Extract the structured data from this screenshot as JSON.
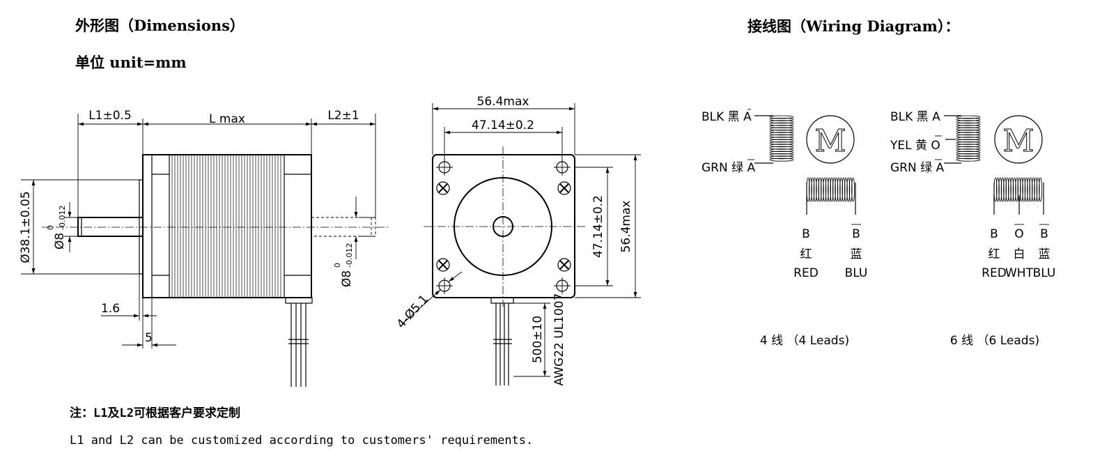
{
  "headers": {
    "dimensions_title": "外形图（Dimensions）",
    "unit": "单位 unit=mm",
    "wiring_title": "接线图（Wiring Diagram）："
  },
  "side_view": {
    "l1": "L1±0.5",
    "l": "L max",
    "l2": "L2±1",
    "diameter": "Ø38.1±0.05",
    "shaft_front": "Ø8",
    "shaft_front_tol_upper": "0",
    "shaft_front_tol_lower": "-0.012",
    "shaft_rear": "Ø8",
    "shaft_rear_tol_upper": "0",
    "shaft_rear_tol_lower": "-0.012",
    "flange": "1.6",
    "step": "5"
  },
  "front_view": {
    "width_max": "56.4max",
    "hole_spacing_h": "47.14±0.2",
    "hole_spacing_v": "47.14±0.2",
    "height_max": "56.4max",
    "holes": "4-Ø5.1",
    "lead_length": "500±10",
    "wire_spec": "AWG22 UL1007"
  },
  "wiring_4": {
    "a_label": "BLK 黑 A",
    "abar_label": "GRN 绿 A",
    "motor": "M",
    "b": "B",
    "b_cn": "红",
    "b_en": "RED",
    "bbar": "B",
    "bbar_cn": "蓝",
    "bbar_en": "BLU",
    "caption": "4 线 （4 Leads)"
  },
  "wiring_6": {
    "a_label": "BLK 黑 A",
    "o_label": "YEL 黄 O",
    "abar_label": "GRN 绿 A",
    "motor": "M",
    "b": "B",
    "b_cn": "红",
    "b_en": "RED",
    "o": "O",
    "o_cn": "白",
    "o_en": "WHT",
    "bbar": "B",
    "bbar_cn": "蓝",
    "bbar_en": "BLU",
    "caption": "6 线 （6 Leads)"
  },
  "notes": {
    "cn": "注：L1及L2可根据客户要求定制",
    "en": "L1 and L2 can be customized according to customers' requirements."
  }
}
